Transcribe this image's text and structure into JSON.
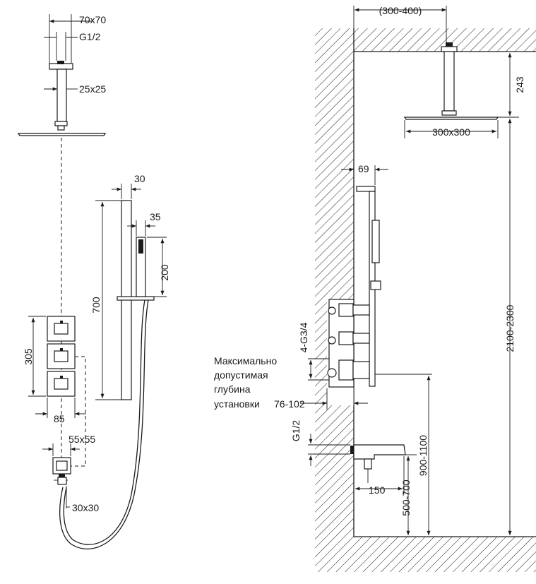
{
  "dimensions": {
    "top_flange": "70x70",
    "thread_top": "G1/2",
    "arm_section": "25x25",
    "rail_width": "30",
    "handshower_width": "35",
    "handshower_length": "200",
    "rail_height": "700",
    "panel_height": "305",
    "panel_width": "85",
    "outlet_size": "55x55",
    "hose_connector": "30x30",
    "wall_offset": "(300-400)",
    "arm_length": "243",
    "head_size": "300x300",
    "rail_offset": "69",
    "valve_inlets": "4-G3/4",
    "install_depth": "76-102",
    "spout_thread": "G1/2",
    "spout_length": "150",
    "spout_height": "500-700",
    "valve_height": "900-1100",
    "head_height": "2100-2300"
  },
  "notes": {
    "depth_label": [
      "Максимально",
      "допустимая",
      "глубина",
      "установки"
    ]
  },
  "colors": {
    "line": "#1a1a1a",
    "background": "#ffffff"
  }
}
